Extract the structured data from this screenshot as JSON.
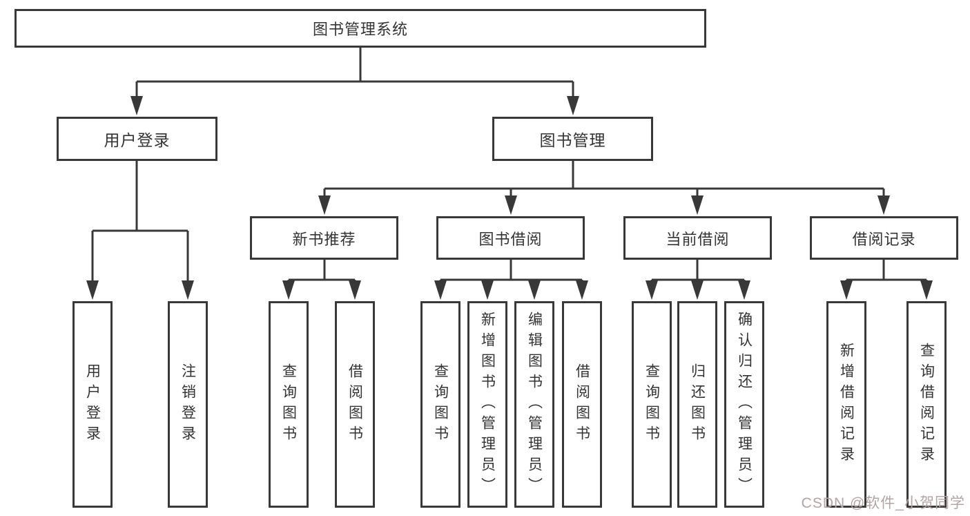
{
  "tree": {
    "root": {
      "label": "图书管理系统",
      "children": [
        {
          "label": "用户登录",
          "children": [
            {
              "label": "用户登录"
            },
            {
              "label": "注销登录"
            }
          ]
        },
        {
          "label": "图书管理",
          "children": [
            {
              "label": "新书推荐",
              "children": [
                {
                  "label": "查询图书"
                },
                {
                  "label": "借阅图书"
                }
              ]
            },
            {
              "label": "图书借阅",
              "children": [
                {
                  "label": "查询图书"
                },
                {
                  "label": "新增图书（管理员）"
                },
                {
                  "label": "编辑图书（管理员）"
                },
                {
                  "label": "借阅图书"
                }
              ]
            },
            {
              "label": "当前借阅",
              "children": [
                {
                  "label": "查询图书"
                },
                {
                  "label": "归还图书"
                },
                {
                  "label": "确认归还（管理员）"
                }
              ]
            },
            {
              "label": "借阅记录",
              "children": [
                {
                  "label": "新增借阅记录"
                },
                {
                  "label": "查询借阅记录"
                }
              ]
            }
          ]
        }
      ]
    }
  },
  "watermark": {
    "text": "CSDN @软件_小贺同学"
  },
  "colors": {
    "line": "#383838",
    "text": "#333333",
    "background": "#ffffff",
    "watermark": "#b4a4a4"
  }
}
